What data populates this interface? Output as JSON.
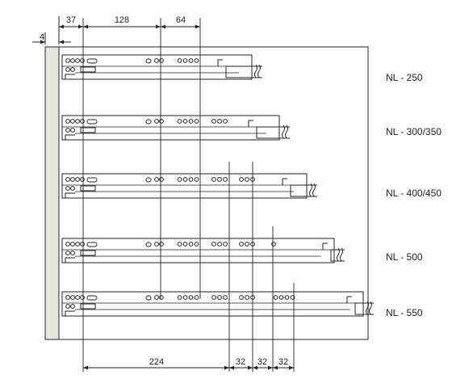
{
  "dimensions": {
    "top": [
      "4",
      "37",
      "128",
      "64"
    ],
    "bottom": [
      "224",
      "32",
      "32",
      "32"
    ]
  },
  "slides": [
    {
      "label": "NL - 250"
    },
    {
      "label": "NL - 300/350"
    },
    {
      "label": "NL - 400/450"
    },
    {
      "label": "NL - 500"
    },
    {
      "label": "NL - 550"
    }
  ],
  "colors": {
    "cabinet_side": "#e9e6d8",
    "line": "#222222"
  }
}
